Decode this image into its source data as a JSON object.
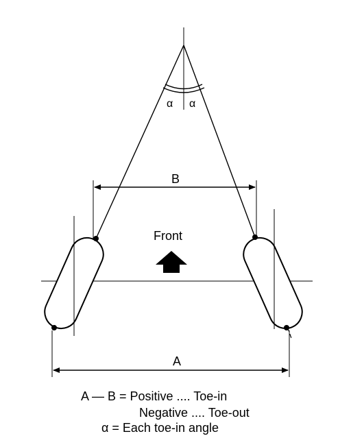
{
  "diagram": {
    "labels": {
      "angle_left": "α",
      "angle_right": "α",
      "dim_b": "B",
      "dim_a": "A",
      "front": "Front"
    },
    "legend": {
      "line1": "A — B = Positive .... Toe-in",
      "line2": "Negative .... Toe-out",
      "line3": "α = Each toe-in angle"
    },
    "icons": {
      "front_arrow": "arrow-up-icon"
    }
  }
}
